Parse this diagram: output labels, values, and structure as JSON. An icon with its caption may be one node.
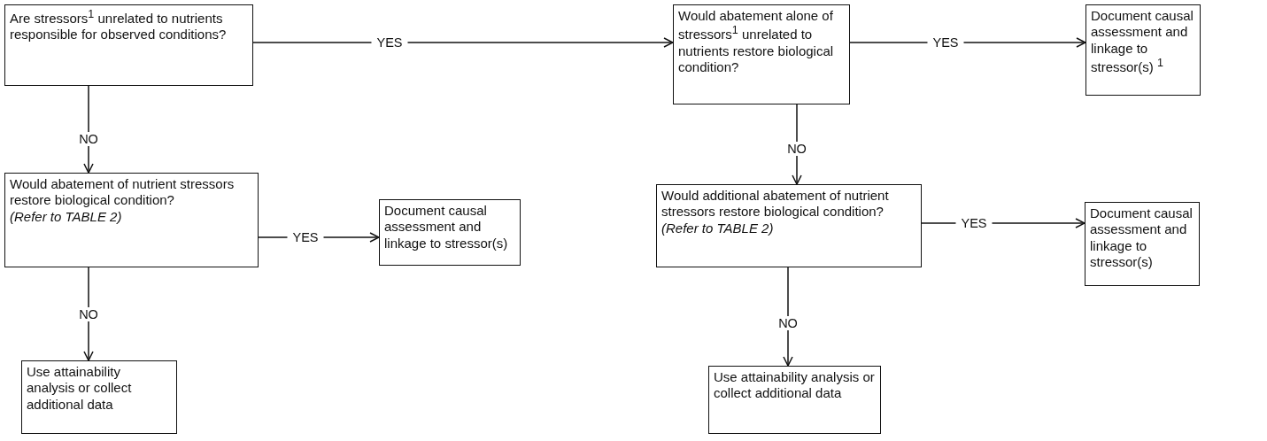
{
  "diagram": {
    "nodes": [
      {
        "text": [
          "Are stressors$^{1}$ unrelated to nutrients responsible for observed conditions?"
        ]
      },
      {
        "text": [
          "Would abatement alone of stressors$^{1}$ unrelated to nutrients restore biological condition?"
        ]
      },
      {
        "text": [
          "Document causal assessment and linkage to stressor(s) $^{1}$"
        ]
      },
      {
        "text": [
          "Would abatement of nutrient stressors restore biological condition?",
          "(Refer to TABLE 2)"
        ]
      },
      {
        "text": [
          "Document causal assessment and linkage to stressor(s)"
        ]
      },
      {
        "text": [
          "Would additional abatement of nutrient stressors restore biological condition?",
          "(Refer to TABLE 2)"
        ]
      },
      {
        "text": [
          "Document causal assessment and linkage to stressor(s)"
        ]
      },
      {
        "text": [
          "Use attainability analysis or collect additional data"
        ]
      },
      {
        "text": [
          "Use attainability analysis or collect additional data"
        ]
      }
    ],
    "edges": [
      {
        "from": 0,
        "to": 1,
        "arrow": "to",
        "label": "YES"
      },
      {
        "from": 0,
        "to": 3,
        "arrow": "to",
        "label": "NO"
      },
      {
        "from": 1,
        "to": 2,
        "arrow": "to",
        "label": "YES"
      },
      {
        "from": 1,
        "to": 5,
        "arrow": "to",
        "label": "NO"
      },
      {
        "from": 3,
        "to": 4,
        "arrow": "to",
        "label": "YES"
      },
      {
        "from": 3,
        "to": 7,
        "arrow": "to",
        "label": "NO"
      },
      {
        "from": 5,
        "to": 6,
        "arrow": "to",
        "label": "YES"
      },
      {
        "from": 5,
        "to": 8,
        "arrow": "to",
        "label": "NO"
      }
    ]
  }
}
